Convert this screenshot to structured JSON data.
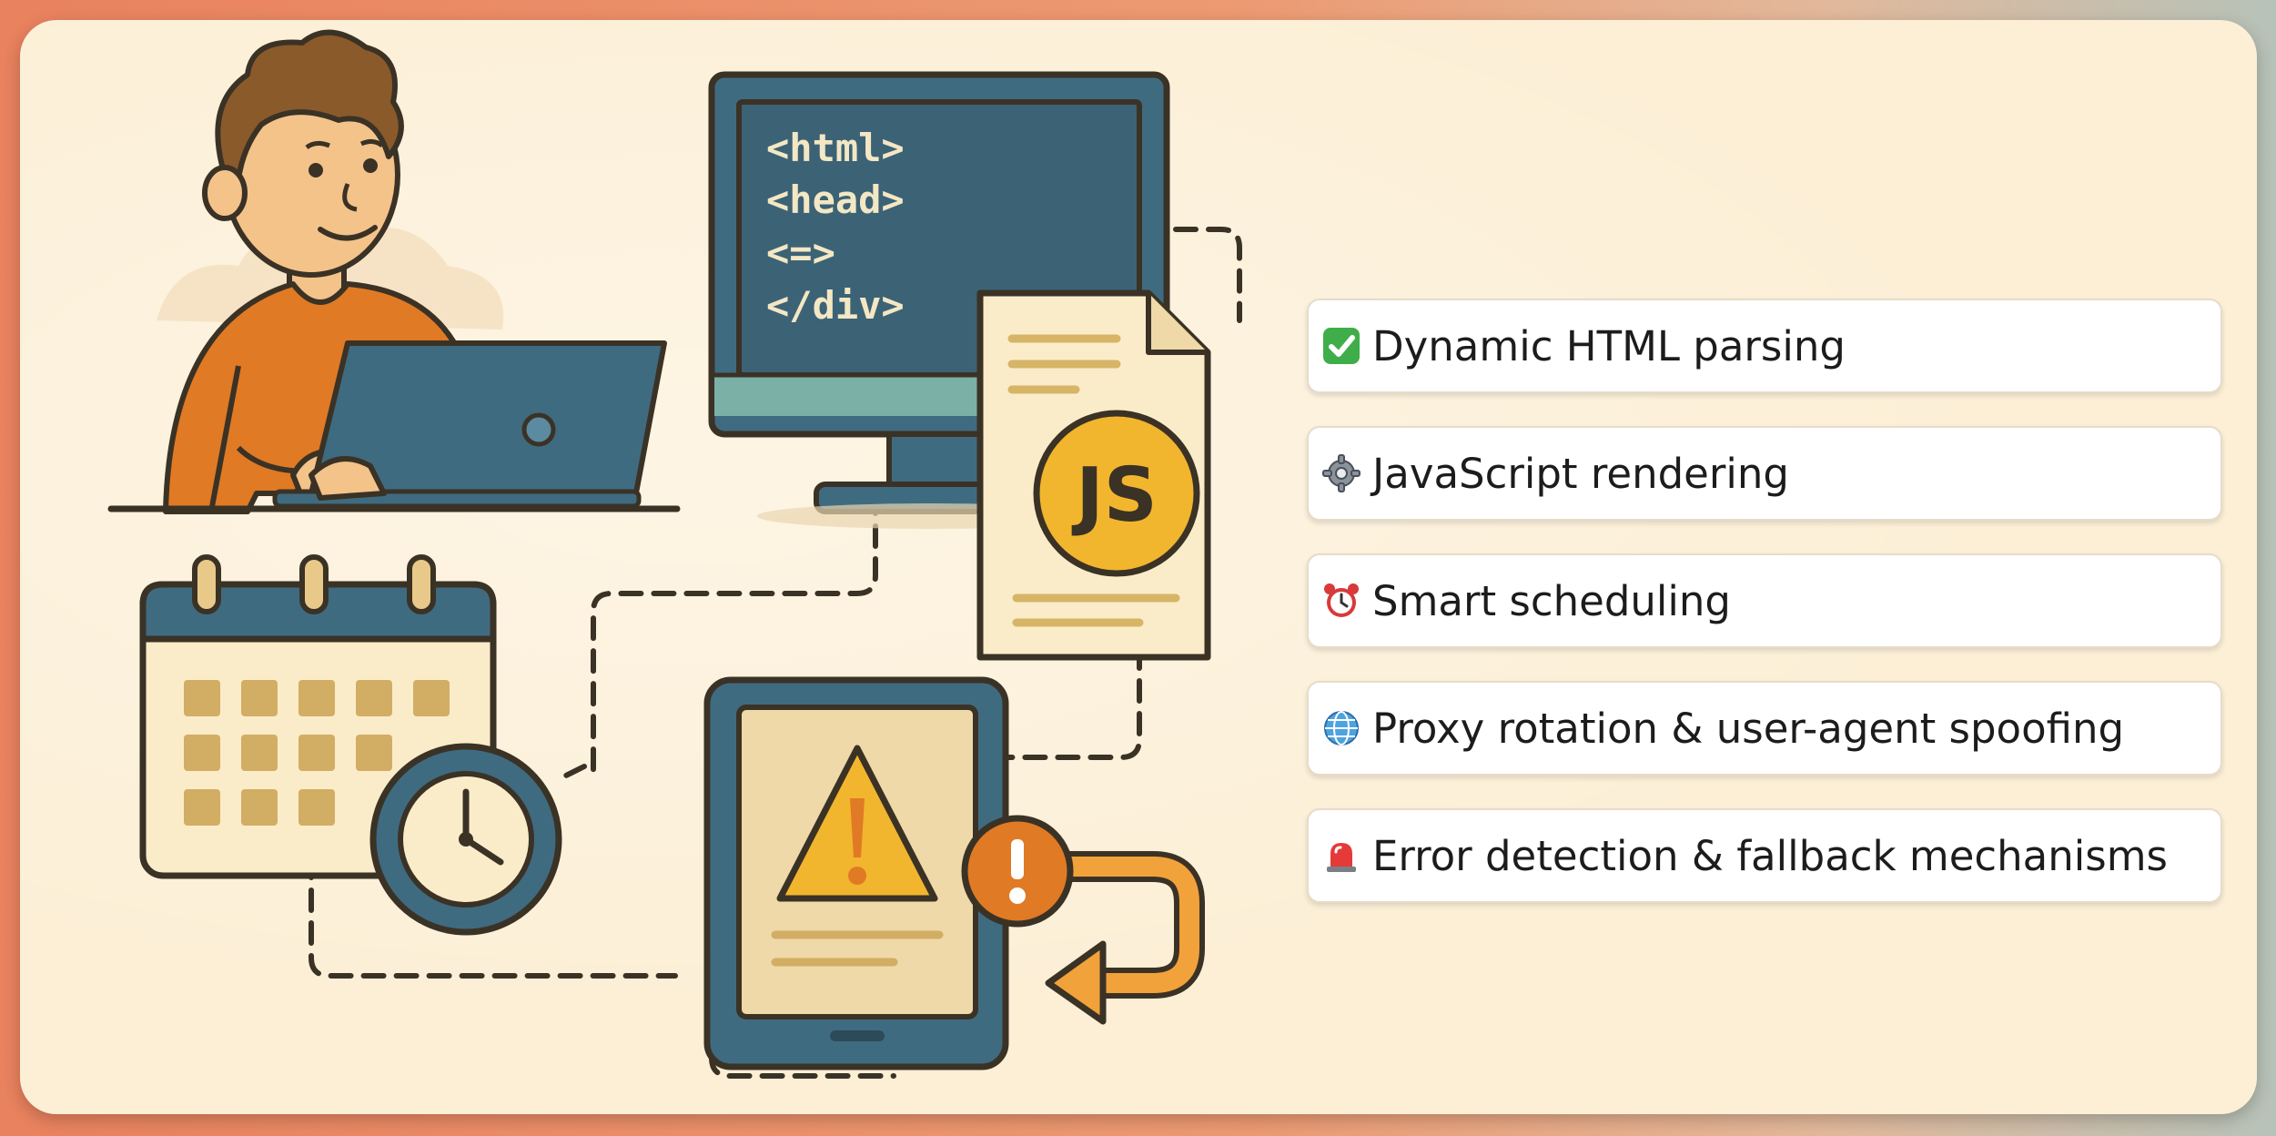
{
  "code_lines": [
    "<html>",
    "<head>",
    "<=>",
    "</div>"
  ],
  "js_badge": "JS",
  "features": [
    {
      "label": "Dynamic HTML parsing",
      "icon": "check-icon"
    },
    {
      "label": "JavaScript rendering",
      "icon": "gear-icon"
    },
    {
      "label": "Smart scheduling",
      "icon": "alarm-clock-icon"
    },
    {
      "label": "Proxy rotation & user-agent spoofing",
      "icon": "globe-icon"
    },
    {
      "label": "Error detection & fallback mechanisms",
      "icon": "siren-icon"
    }
  ],
  "colors": {
    "outline": "#3b3226",
    "teal": "#3f6b80",
    "orange": "#e07a24",
    "mustard": "#f2b52e",
    "paper": "#fcefd6"
  }
}
